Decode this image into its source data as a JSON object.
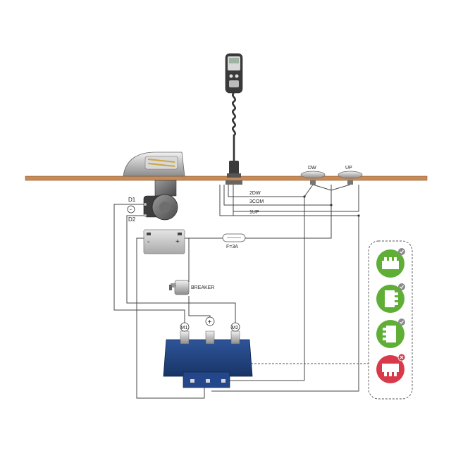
{
  "labels": {
    "d1": "D1",
    "d1_sign": "-",
    "d2": "D2",
    "dw_switch": "DW",
    "up_switch": "UP",
    "wire_2dw": "2DW",
    "wire_3com": "3COM",
    "wire_1up": "1UP",
    "fuse": "F=3A",
    "breaker": "BREAKER",
    "battery_neg": "-",
    "battery_pos": "+",
    "m1": "M1",
    "m2": "M2",
    "control_box_pos": "+"
  },
  "colors": {
    "deck": "#c88a56",
    "control_box": "#1f3f7a",
    "status_green": "#5fae35",
    "status_red": "#d93a4a",
    "badge_grey": "#8a8a8a"
  },
  "install_options": [
    {
      "status": "ok",
      "icon": "box-top-view-icon"
    },
    {
      "status": "ok",
      "icon": "box-side-view-icon"
    },
    {
      "status": "ok",
      "icon": "box-side-view-icon"
    },
    {
      "status": "not-allowed",
      "icon": "box-upside-down-icon"
    }
  ]
}
